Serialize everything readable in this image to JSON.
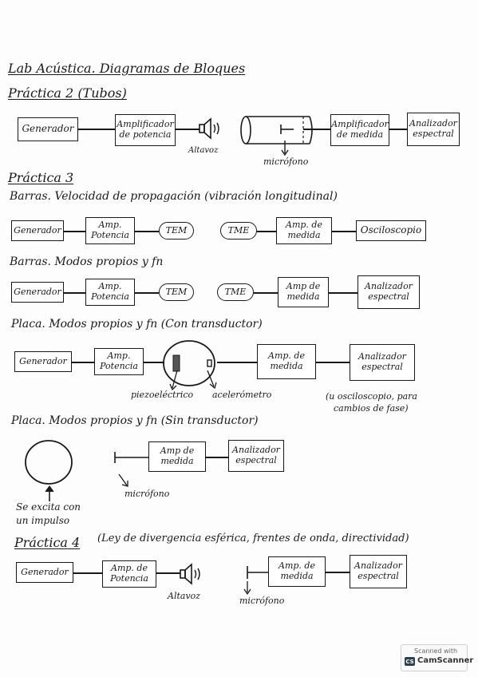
{
  "title": "Lab Acústica. Diagramas de Bloques",
  "practica2": {
    "heading": "Práctica 2 (Tubos)",
    "generador": "Generador",
    "amplificador": "Amplificador de potencia",
    "altavoz": "Altavoz",
    "microfono": "micrófono",
    "amp_medida": "Amplificador de medida",
    "analizador": "Analizador espectral"
  },
  "practica3": {
    "heading": "Práctica 3",
    "s1": {
      "title": "Barras. Velocidad de propagación (vibración longitudinal)",
      "generador": "Generador",
      "amp": "Amp. Potencia",
      "tem": "TEM",
      "tme": "TME",
      "amp_medida": "Amp. de medida",
      "osc": "Osciloscopio"
    },
    "s2": {
      "title": "Barras. Modos propios y fn",
      "generador": "Generador",
      "amp": "Amp. Potencia",
      "tem": "TEM",
      "tme": "TME",
      "amp_medida": "Amp de medida",
      "analizador": "Analizador espectral"
    },
    "s3": {
      "title": "Placa. Modos propios y fn (Con transductor)",
      "generador": "Generador",
      "amp": "Amp. Potencia",
      "amp_medida": "Amp. de medida",
      "analizador": "Analizador espectral",
      "piezo": "piezoeléctrico",
      "acel": "acelerómetro",
      "nota1": "(u osciloscopio, para",
      "nota2": "cambios de fase)"
    },
    "s4": {
      "title": "Placa. Modos propios y fn (Sin transductor)",
      "amp_medida": "Amp de medida",
      "analizador": "Analizador espectral",
      "microfono": "micrófono",
      "excita1": "Se excita con",
      "excita2": "un impulso"
    }
  },
  "practica4": {
    "heading": "Práctica 4",
    "subtitle": "(Ley de divergencia esférica, frentes de onda, directividad)",
    "generador": "Generador",
    "amp": "Amp. de Potencia",
    "altavoz": "Altavoz",
    "amp_medida": "Amp. de medida",
    "analizador": "Analizador espectral",
    "microfono": "micrófono"
  },
  "stamp": {
    "line1": "Scanned with",
    "line2": "CamScanner",
    "logo": "CS"
  }
}
